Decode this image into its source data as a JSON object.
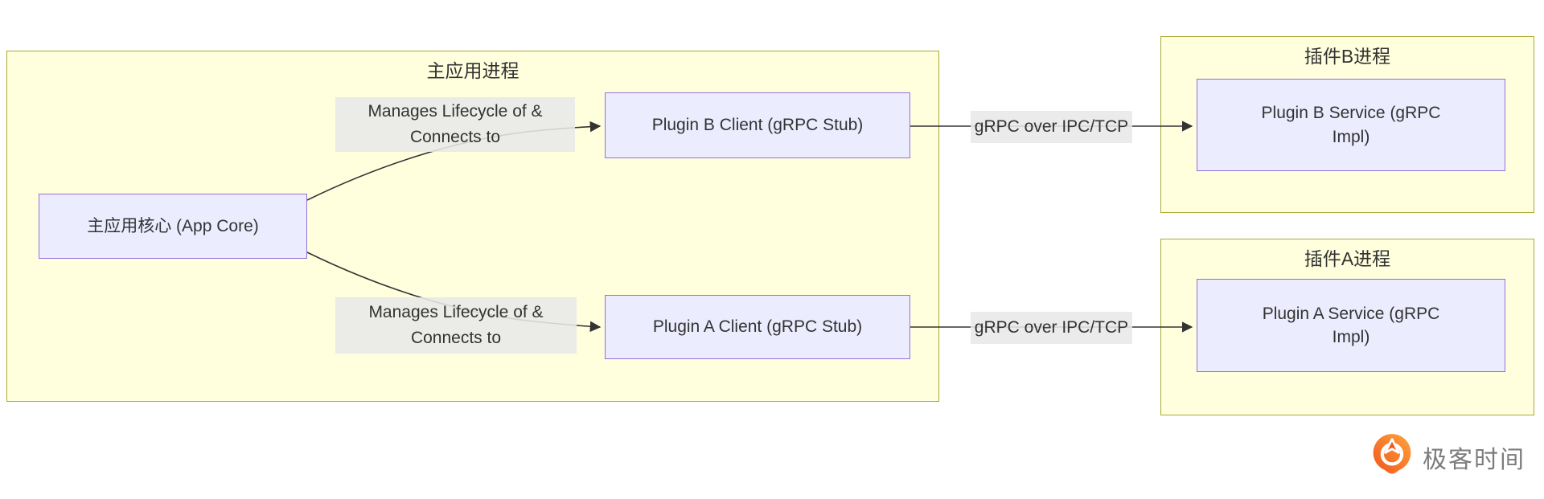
{
  "clusters": {
    "main": {
      "title": "主应用进程"
    },
    "plugin_b": {
      "title": "插件B进程"
    },
    "plugin_a": {
      "title": "插件A进程"
    }
  },
  "nodes": {
    "app_core": "主应用核心 (App Core)",
    "plugin_b_client": "Plugin B Client (gRPC Stub)",
    "plugin_a_client": "Plugin A Client (gRPC Stub)",
    "plugin_b_service": "Plugin B Service (gRPC Impl)",
    "plugin_a_service": "Plugin A Service (gRPC Impl)"
  },
  "edges": {
    "core_to_b": {
      "lines": [
        "Manages Lifecycle of &",
        "Connects to"
      ]
    },
    "core_to_a": {
      "lines": [
        "Manages Lifecycle of &",
        "Connects to"
      ]
    },
    "b_transport": "gRPC over IPC/TCP",
    "a_transport": "gRPC over IPC/TCP"
  },
  "branding": {
    "logo_text": "极客时间"
  },
  "colors": {
    "cluster_fill": "#ffffde",
    "cluster_border": "#aaaa33",
    "node_fill": "#ececff",
    "node_border": "#9370db",
    "edge_label_bg": "#e8e8e8",
    "edge_stroke": "#333333",
    "text": "#333333",
    "logo_orange_light": "#ff9e3d",
    "logo_orange_dark": "#f1571d",
    "logo_text_gray": "#7c7c7c"
  }
}
